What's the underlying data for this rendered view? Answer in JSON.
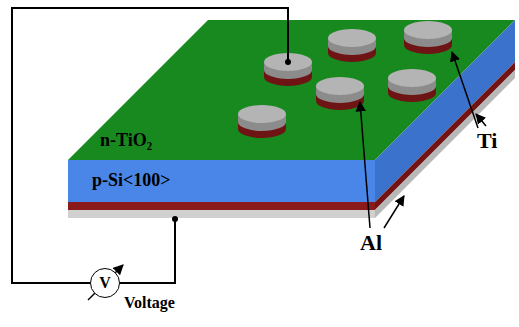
{
  "diagram": {
    "nodes": [
      {
        "text": [
          "n-TiO₂"
        ]
      },
      {
        "text": [
          "p-Si<100>"
        ]
      },
      {
        "text": [
          "V"
        ]
      }
    ],
    "labels": [
      "Ti",
      "Al",
      "Voltage"
    ]
  }
}
